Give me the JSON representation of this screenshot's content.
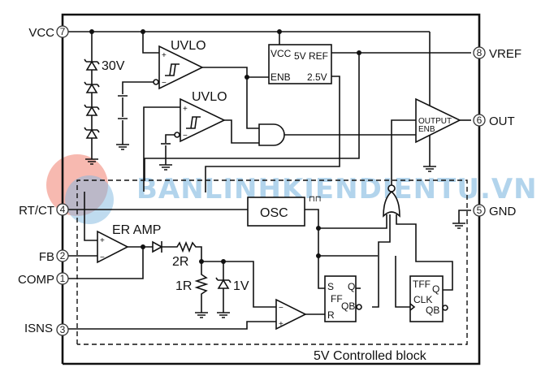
{
  "diagram": {
    "type": "block-diagram",
    "title": "PWM controller internal block diagram",
    "pins": [
      {
        "num": "7",
        "name": "VCC",
        "side": "left"
      },
      {
        "num": "4",
        "name": "RT/CT",
        "side": "left"
      },
      {
        "num": "2",
        "name": "FB",
        "side": "left"
      },
      {
        "num": "1",
        "name": "COMP",
        "side": "left"
      },
      {
        "num": "3",
        "name": "ISNS",
        "side": "left"
      },
      {
        "num": "8",
        "name": "VREF",
        "side": "right"
      },
      {
        "num": "6",
        "name": "OUT",
        "side": "right"
      },
      {
        "num": "5",
        "name": "GND",
        "side": "right"
      }
    ],
    "blocks": {
      "zener_stack": "30V",
      "uvlo_1": "UVLO",
      "uvlo_2": "UVLO",
      "ref_block": {
        "vcc": "VCC",
        "title": "5V REF",
        "enb": "ENB",
        "out": "2.5V"
      },
      "output_driver": {
        "line1": "OUTPUT",
        "line2": "ENB"
      },
      "osc": "OSC",
      "osc_pulse": "⊓⊓",
      "er_amp": "ER AMP",
      "resistor_top": "2R",
      "resistor_bottom": "1R",
      "clamp_zener": "1V",
      "sr_ff": {
        "s": "S",
        "r": "R",
        "ff": "FF",
        "q": "Q",
        "qb": "QB"
      },
      "t_ff": {
        "tff": "TFF",
        "q": "Q",
        "clk": "CLK",
        "qb": "QB"
      },
      "plus": "+",
      "minus": "−"
    },
    "controlled_block_label": "5V  Controlled  block",
    "watermark": "BANLINHKIENDIENTU.VN"
  }
}
